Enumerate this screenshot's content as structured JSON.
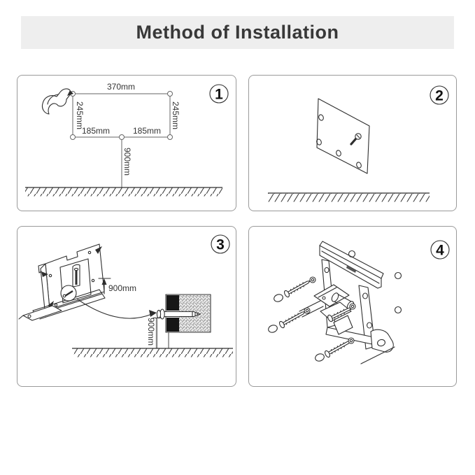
{
  "title": "Method of Installation",
  "panel1": {
    "number": "1",
    "dims": {
      "top": "370mm",
      "left": "245mm",
      "right": "245mm",
      "bottom_left": "185mm",
      "bottom_right": "185mm",
      "floor": "900mm"
    }
  },
  "panel2": {
    "number": "2"
  },
  "panel3": {
    "number": "3",
    "dims": {
      "bracket_height": "900mm",
      "floor": "900mm"
    }
  },
  "panel4": {
    "number": "4"
  },
  "colors": {
    "header_bg": "#eeeeee",
    "header_text": "#383838",
    "panel_border": "#9a9a9a",
    "line_art": "#2e2e2e",
    "wall_fill": "#161616",
    "stipple_base": "#f0f0f0"
  }
}
